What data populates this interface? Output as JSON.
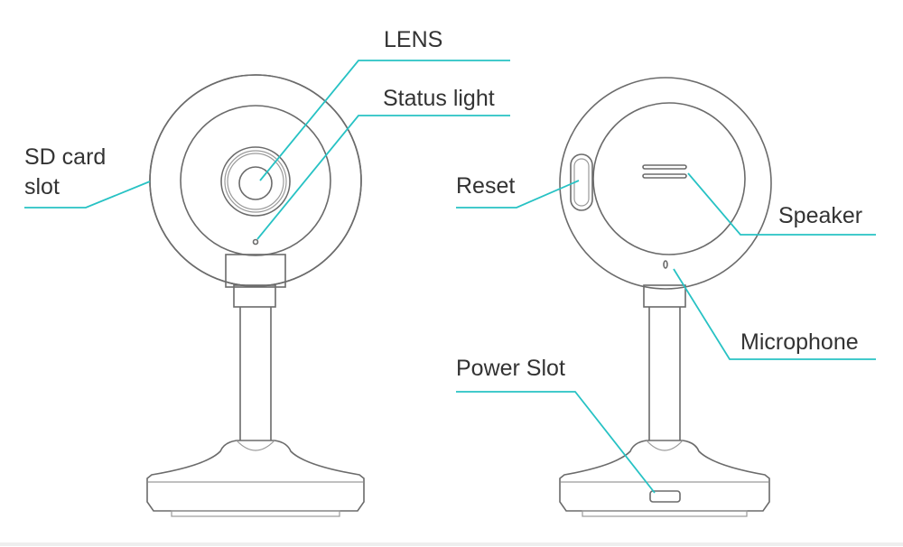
{
  "labels": {
    "lens": "LENS",
    "status_light": "Status light",
    "sd_card_line1": "SD card",
    "sd_card_line2": "slot",
    "reset": "Reset",
    "speaker": "Speaker",
    "microphone": "Microphone",
    "power_slot": "Power Slot"
  },
  "colors": {
    "leader": "#27c2c4",
    "outline": "#6b6b6b"
  }
}
